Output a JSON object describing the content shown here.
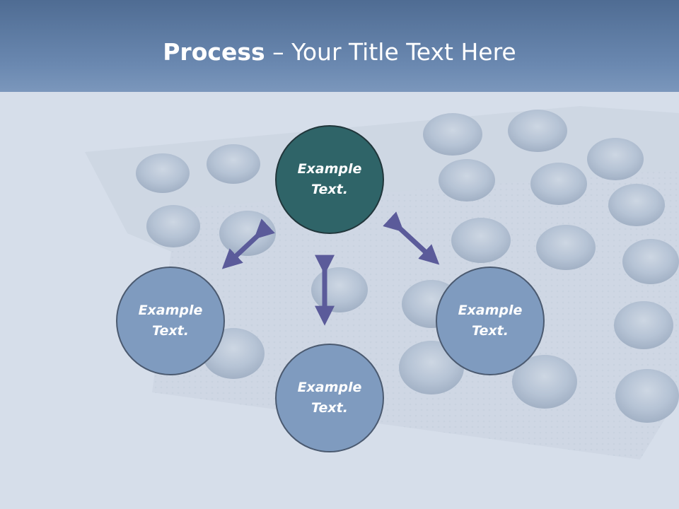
{
  "slide": {
    "title_bold": "Process",
    "title_rest": " – Your Title Text Here"
  },
  "diagram": {
    "center": "Example Text.",
    "left": "Example Text.",
    "right": "Example Text.",
    "bottom": "Example Text."
  },
  "colors": {
    "header": "#5d7aa2",
    "center_fill": "#2f6468",
    "node_fill": "#7f9bbf",
    "arrow": "#5b5b9a"
  }
}
